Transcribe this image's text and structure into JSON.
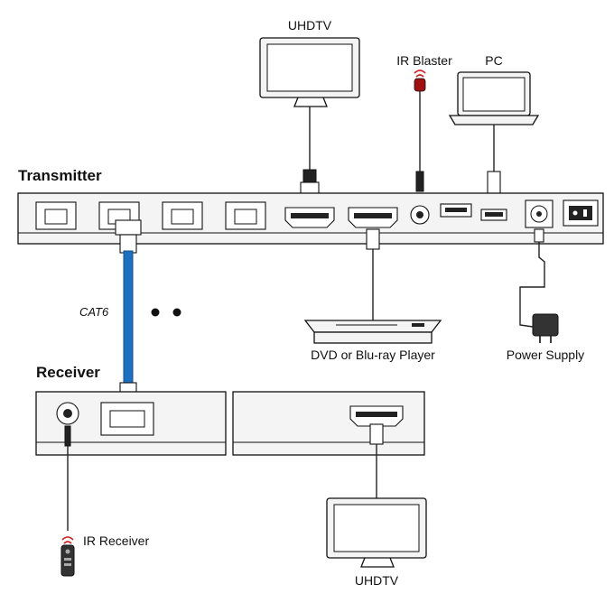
{
  "labels": {
    "uhdtv_top": "UHDTV",
    "ir_blaster": "IR Blaster",
    "pc": "PC",
    "transmitter": "Transmitter",
    "cat6": "CAT6",
    "dvd": "DVD or Blu-ray Player",
    "power_supply": "Power Supply",
    "receiver": "Receiver",
    "ir_receiver": "IR Receiver",
    "uhdtv_bottom": "UHDTV"
  },
  "colors": {
    "cat6_cable": "#1f6fc0",
    "ir_red": "#d42020",
    "outline": "#111111"
  },
  "icons": {
    "tv": "tv-icon",
    "laptop": "laptop-icon",
    "ir_blaster": "ir-blaster-icon",
    "ir_receiver": "ir-receiver-icon",
    "adapter": "power-adapter-icon",
    "player": "blu-ray-player-icon"
  }
}
